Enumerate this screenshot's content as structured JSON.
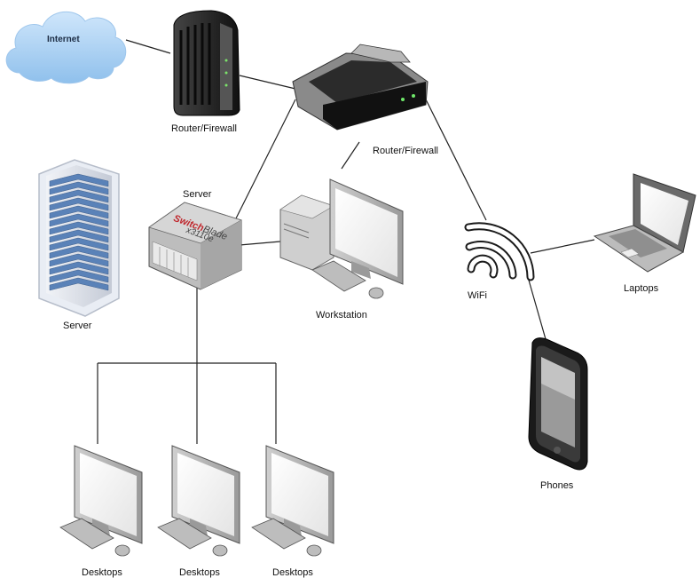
{
  "nodes": {
    "internet": "Internet",
    "modem": "Router/Firewall",
    "router": "Router/Firewall",
    "server_tower": "Server",
    "switch": "Server",
    "switch_brand": "Switch",
    "switch_brand_suffix": "Blade",
    "switch_model": "x3110e",
    "workstation": "Workstation",
    "wifi": "WiFi",
    "laptops": "Laptops",
    "phones": "Phones",
    "desktops": [
      "Desktops",
      "Desktops",
      "Desktops"
    ]
  },
  "colors": {
    "line": "#222222",
    "cloud": "#a9d0f2",
    "server_blue": "#5a82b8",
    "device_dark": "#2a2a2a",
    "switch_gray": "#c9c9c9",
    "switch_brand": "#c0282e"
  }
}
